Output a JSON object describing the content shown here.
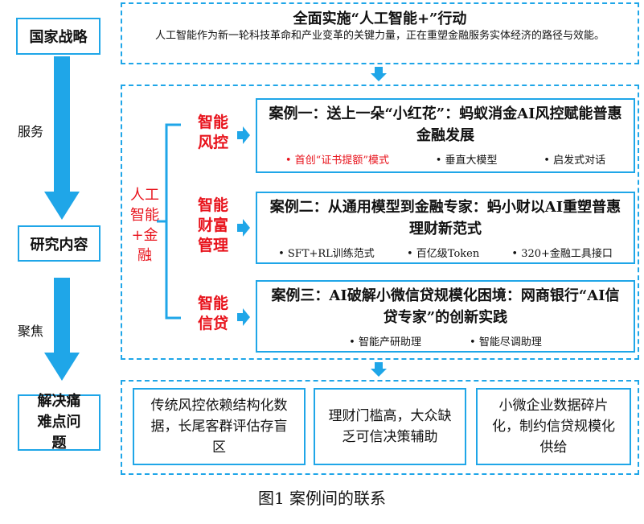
{
  "left": {
    "strategy": "国家战略",
    "service": "服务",
    "research": "研究内容",
    "focus": "聚焦",
    "pain": "解决痛难点问题"
  },
  "top": {
    "title": "全面实施“人工智能+”行动",
    "desc": "人工智能作为新一轮科技革命和产业变革的关键力量，正在重塑金融服务实体经济的路径与效能。"
  },
  "root": "人工智能+金融",
  "branches": [
    {
      "label": "智能风控",
      "title": "案例一：送上一朵“小红花”：蚂蚁消金AI风控赋能普惠金融发展",
      "bullets": [
        "首创“证书提额”模式",
        "垂直大模型",
        "启发式对话"
      ]
    },
    {
      "label": "智能财富管理",
      "title": "案例二：从通用模型到金融专家：蚂小财以AI重塑普惠理财新范式",
      "bullets": [
        "SFT+RL训练范式",
        "百亿级Token",
        "320+金融工具接口"
      ]
    },
    {
      "label": "智能信贷",
      "title": "案例三：AI破解小微信贷规模化困境：网商银行“AI信贷专家”的创新实践",
      "bullets": [
        "智能产研助理",
        "智能尽调助理"
      ]
    }
  ],
  "pains": [
    "传统风控依赖结构化数据，长尾客群评估存盲区",
    "理财门槛高，大众缺乏可信决策辅助",
    "小微企业数据碎片化，制约信贷规模化供给"
  ],
  "caption": "图1 案例间的联系",
  "colors": {
    "accent": "#1fa6e8",
    "red": "#e8121b"
  }
}
